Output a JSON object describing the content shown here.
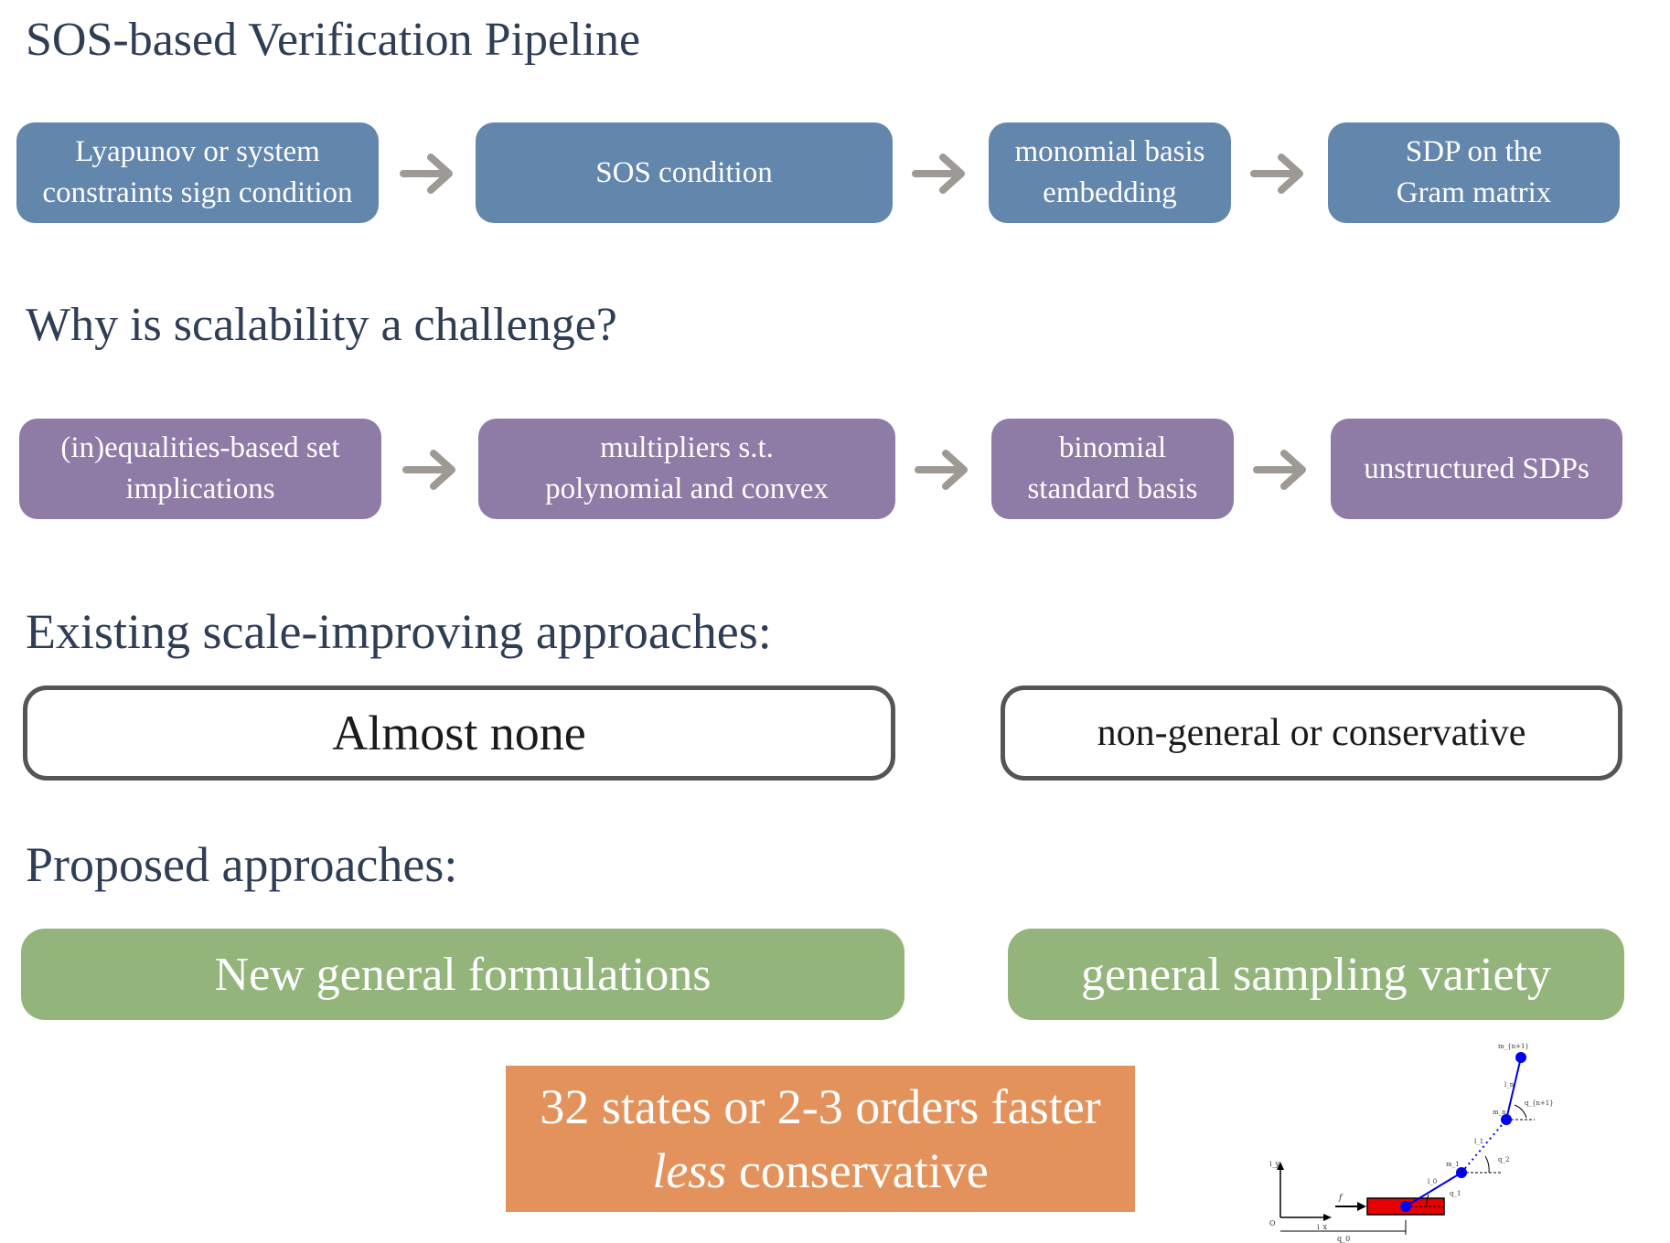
{
  "pipeline": {
    "title": "SOS-based Verification Pipeline",
    "steps": [
      {
        "line1": "Lyapunov or system",
        "line2": "constraints sign condition"
      },
      {
        "line1": "SOS condition",
        "line2": ""
      },
      {
        "line1": "monomial basis",
        "line2": "embedding"
      },
      {
        "line1": "SDP on the",
        "line2": "Gram matrix"
      }
    ]
  },
  "challenge": {
    "title": "Why is scalability a challenge?",
    "steps": [
      {
        "line1": "(in)equalities-based set",
        "line2": "implications"
      },
      {
        "line1": "multipliers s.t.",
        "line2": "polynomial and convex"
      },
      {
        "line1": "binomial",
        "line2": "standard basis"
      },
      {
        "line1": "unstructured SDPs",
        "line2": ""
      }
    ]
  },
  "existing": {
    "title": "Existing scale-improving approaches:",
    "left": "Almost none",
    "right": "non-general or conservative"
  },
  "proposed": {
    "title": "Proposed approaches:",
    "left": "New general formulations",
    "right": "general sampling variety"
  },
  "result": {
    "line1": "32 states or 2-3 orders faster",
    "line2_italic": "less",
    "line2_rest": " conservative"
  },
  "figure": {
    "labels": {
      "mn1": "m_{n+1}",
      "ln": "l_n",
      "qn1": "q_{n+1}",
      "mn": "m_n",
      "l1": "l_1",
      "q2": "q_2",
      "m1": "m_1",
      "l0": "l_0",
      "q1": "q_1",
      "f": "f",
      "iy": "i_y",
      "ix": "i_x",
      "O": "O",
      "q0": "q_0"
    },
    "colors": {
      "cart": "#e60000",
      "link": "#0000ee",
      "joint": "#0000ee"
    }
  },
  "colors": {
    "heading": "#2f3e55",
    "blue_box": "#6386ad",
    "purple_box": "#8e7ba6",
    "green_box": "#93b57c",
    "orange_box": "#e2925a",
    "arrow": "#9e9a93"
  }
}
